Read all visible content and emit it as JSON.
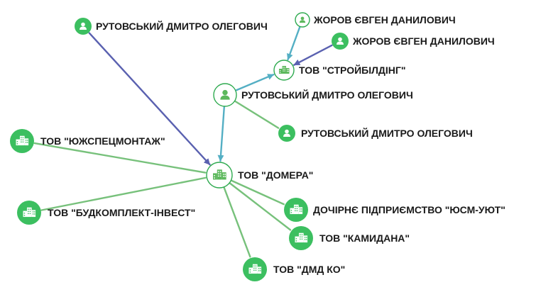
{
  "colors": {
    "node_fill": "#3cbf60",
    "node_outline": "#2eaa4f",
    "node_light_fill": "#ffffff",
    "icon_light": "#ffffff",
    "icon_dark": "#5cb85c",
    "edge_green": "#77c17b",
    "edge_teal": "#54afc4",
    "edge_blue": "#5a61b0"
  },
  "nodes": [
    {
      "id": "n1",
      "label": "РУТОВСЬКИЙ ДМИТРО ОЛЕГОВИЧ",
      "kind": "person",
      "icon": "person-icon",
      "style": "filled"
    },
    {
      "id": "n2",
      "label": "ЖОРОВ ЄВГЕН ДАНИЛОВИЧ",
      "kind": "person",
      "icon": "person-icon",
      "style": "outline"
    },
    {
      "id": "n3",
      "label": "ЖОРОВ ЄВГЕН ДАНИЛОВИЧ",
      "kind": "person",
      "icon": "person-icon",
      "style": "filled"
    },
    {
      "id": "n4",
      "label": "ТОВ \"СТРОЙБІЛДІНГ\"",
      "kind": "company",
      "icon": "building-icon",
      "style": "outline"
    },
    {
      "id": "n5",
      "label": "РУТОВСЬКИЙ ДМИТРО ОЛЕГОВИЧ",
      "kind": "person",
      "icon": "person-icon",
      "style": "outline"
    },
    {
      "id": "n6",
      "label": "РУТОВСЬКИЙ ДМИТРО ОЛЕГОВИЧ",
      "kind": "person",
      "icon": "person-icon",
      "style": "filled"
    },
    {
      "id": "n7",
      "label": "ТОВ \"ЮЖСПЕЦМОНТАЖ\"",
      "kind": "company",
      "icon": "building-icon",
      "style": "filled"
    },
    {
      "id": "n8",
      "label": "ТОВ \"ДОМЕРА\"",
      "kind": "company",
      "icon": "building-icon",
      "style": "outline"
    },
    {
      "id": "n9",
      "label": "ТОВ \"БУДКОМПЛЕКТ-ІНВЕСТ\"",
      "kind": "company",
      "icon": "building-icon",
      "style": "filled"
    },
    {
      "id": "n10",
      "label": "ДОЧІРНЄ ПІДПРИЄМСТВО \"ЮСМ-УЮТ\"",
      "kind": "company",
      "icon": "building-icon",
      "style": "filled"
    },
    {
      "id": "n11",
      "label": "ТОВ \"КАМИДАНА\"",
      "kind": "company",
      "icon": "building-icon",
      "style": "filled"
    },
    {
      "id": "n12",
      "label": "ТОВ \"ДМД КО\"",
      "kind": "company",
      "icon": "building-icon",
      "style": "filled"
    }
  ],
  "edges": [
    {
      "from": "n1",
      "to": "n8",
      "color": "edge_blue",
      "arrow": true
    },
    {
      "from": "n2",
      "to": "n4",
      "color": "edge_teal",
      "arrow": true
    },
    {
      "from": "n3",
      "to": "n4",
      "color": "edge_blue",
      "arrow": true
    },
    {
      "from": "n5",
      "to": "n4",
      "color": "edge_teal",
      "arrow": true
    },
    {
      "from": "n5",
      "to": "n6",
      "color": "edge_green",
      "arrow": false
    },
    {
      "from": "n5",
      "to": "n8",
      "color": "edge_teal",
      "arrow": true
    },
    {
      "from": "n7",
      "to": "n8",
      "color": "edge_green",
      "arrow": false
    },
    {
      "from": "n9",
      "to": "n8",
      "color": "edge_green",
      "arrow": false
    },
    {
      "from": "n8",
      "to": "n10",
      "color": "edge_green",
      "arrow": false
    },
    {
      "from": "n8",
      "to": "n11",
      "color": "edge_green",
      "arrow": false
    },
    {
      "from": "n8",
      "to": "n12",
      "color": "edge_green",
      "arrow": false
    }
  ]
}
